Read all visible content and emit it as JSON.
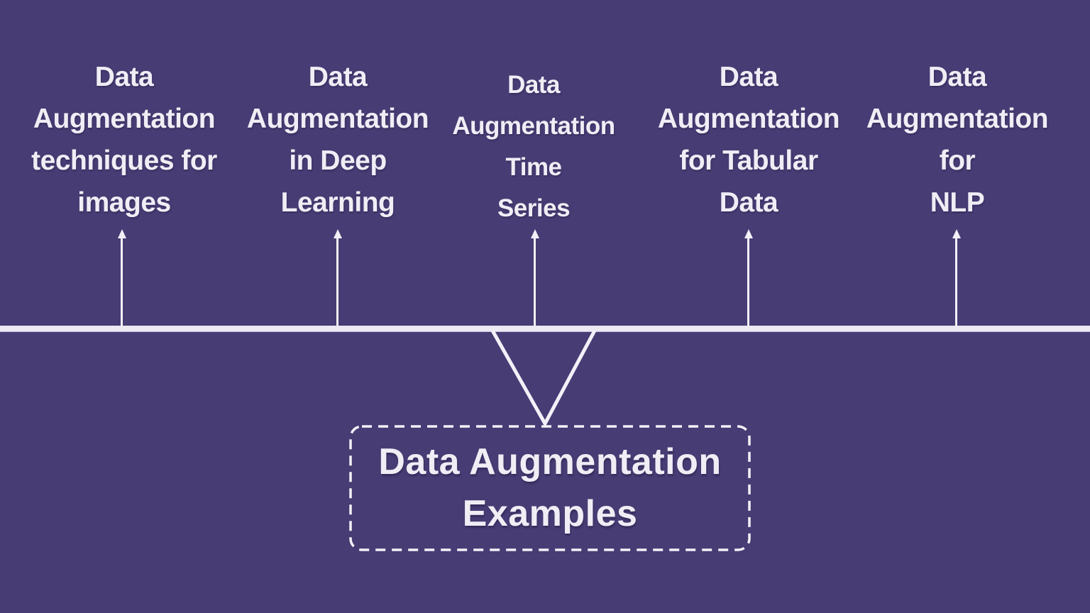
{
  "title": "Data Augmentation Examples diagram",
  "colors": {
    "background": "#483C74",
    "text": "#F0EDF5",
    "timeline_line": "#ECEAF2",
    "connector": "#F3F1F8"
  },
  "branches": [
    {
      "id": "images",
      "lines": [
        "Data",
        "Augmentation",
        "techniques for",
        "images"
      ]
    },
    {
      "id": "deep-learning",
      "lines": [
        "Data",
        "Augmentation",
        "in Deep",
        "Learning"
      ]
    },
    {
      "id": "time-series",
      "lines": [
        "Data",
        "Augmentation",
        "Time",
        "Series"
      ]
    },
    {
      "id": "tabular-data",
      "lines": [
        "Data",
        "Augmentation",
        "for Tabular",
        "Data"
      ]
    },
    {
      "id": "nlp",
      "lines": [
        "Data",
        "Augmentation",
        "for",
        "NLP"
      ]
    }
  ],
  "center_box": {
    "lines": [
      "Data Augmentation",
      "Examples"
    ]
  }
}
